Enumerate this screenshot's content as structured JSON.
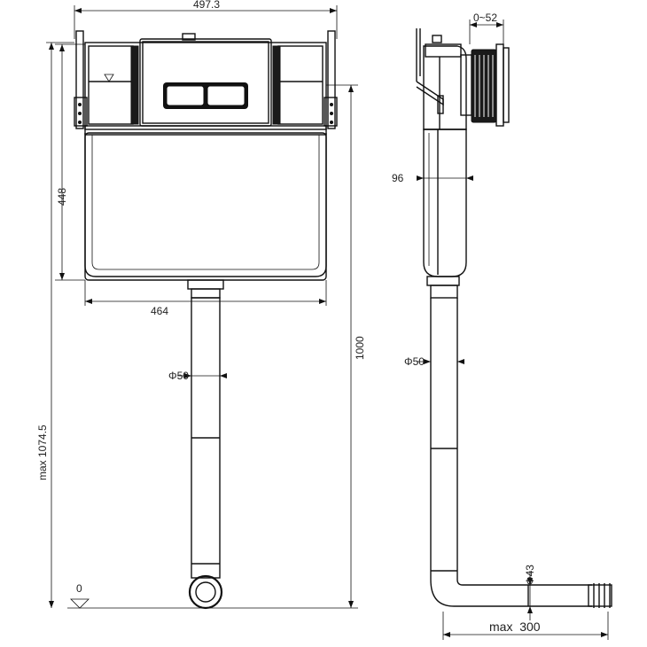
{
  "dimensions": {
    "total_width": "497.3",
    "frame_width": "464",
    "cistern_height": "448",
    "total_height": "1000",
    "max_height": "max 1074.5",
    "pipe_front": "Φ50",
    "pipe_side": "Φ50",
    "depth": "96",
    "adjust": "0~52",
    "outlet": "Φ43",
    "max_outlet": "max  300",
    "zero": "0"
  }
}
